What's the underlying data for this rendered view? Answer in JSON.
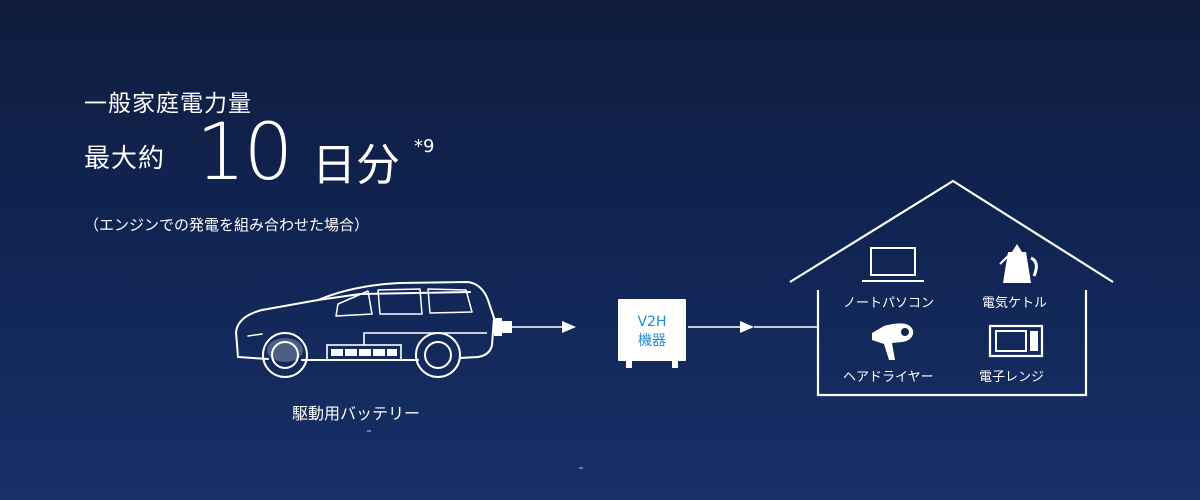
{
  "headline": {
    "line1": "一般家庭電力量",
    "max_label": "最大約",
    "number": "10",
    "unit": "日分",
    "footnote": "*9",
    "note": "（エンジンでの発電を組み合わせた場合）"
  },
  "car": {
    "battery_label": "駆動用バッテリー"
  },
  "v2h": {
    "line1": "V2H",
    "line2": "機器"
  },
  "house": {
    "appliances": [
      {
        "label": "ノートパソコン",
        "icon": "laptop-icon"
      },
      {
        "label": "電気ケトル",
        "icon": "kettle-icon"
      },
      {
        "label": "ヘアドライヤー",
        "icon": "hair-dryer-icon"
      },
      {
        "label": "電子レンジ",
        "icon": "microwave-icon"
      }
    ]
  },
  "colors": {
    "background": "#102452",
    "accent": "#1d8bd6",
    "line": "#ffffff"
  }
}
